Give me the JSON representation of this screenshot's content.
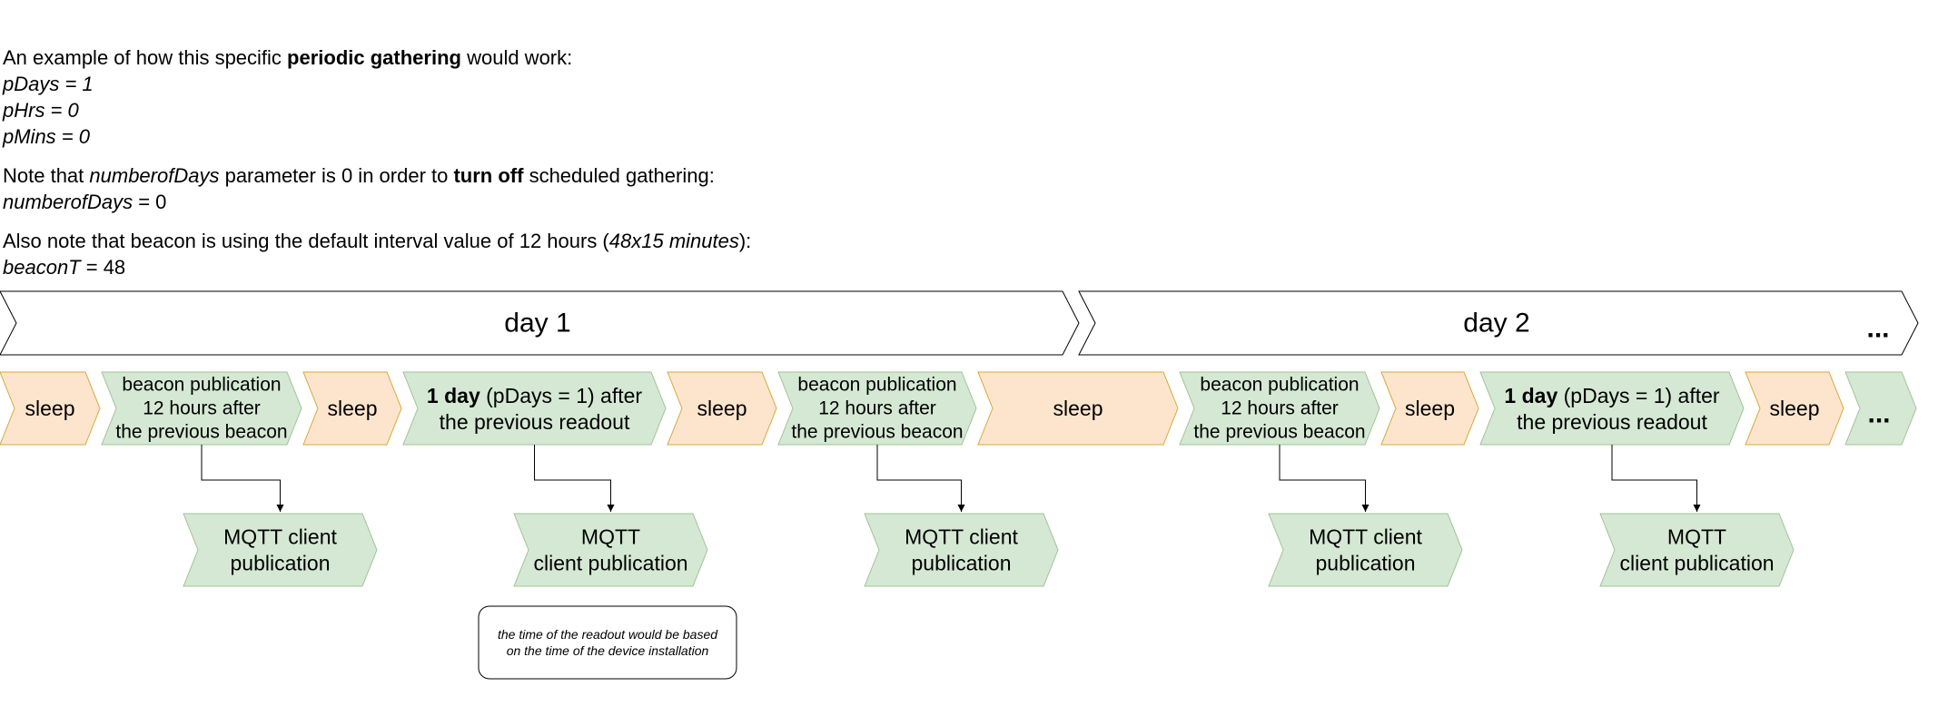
{
  "intro": {
    "line1_pre": "An example of how this specific ",
    "line1_bold": "periodic gathering",
    "line1_post": " would work:",
    "pdays": "pDays = 1",
    "phrs": "pHrs = 0",
    "pmins": "pMins = 0",
    "note_pre": "Note that ",
    "note_italic": "numberofDays",
    "note_mid": " parameter is 0 in order to ",
    "note_bold": "turn off",
    "note_post": " scheduled gathering:",
    "numdays_name": "numberofDays",
    "numdays_value": " = 0",
    "also_pre": "Also note that beacon is using the default interval value of 12 hours (",
    "also_italic": "48x15 minutes",
    "also_post": "):",
    "beacon_name": "beaconT",
    "beacon_value": " = 48"
  },
  "days": [
    {
      "label": "day 1"
    },
    {
      "label": "day 2",
      "extra": "..."
    }
  ],
  "timeline": [
    {
      "kind": "sleep",
      "lines": [
        "sleep"
      ]
    },
    {
      "kind": "beacon",
      "lines": [
        "beacon publication",
        "12 hours after",
        "the previous beacon"
      ]
    },
    {
      "kind": "sleep",
      "lines": [
        "sleep"
      ]
    },
    {
      "kind": "readout",
      "bold": "1 day",
      "rest": " (pDays = 1) after",
      "line2": "the previous readout"
    },
    {
      "kind": "sleep",
      "lines": [
        "sleep"
      ]
    },
    {
      "kind": "beacon",
      "lines": [
        "beacon publication",
        "12 hours after",
        "the previous beacon"
      ]
    },
    {
      "kind": "sleep",
      "lines": [
        "sleep"
      ]
    },
    {
      "kind": "beacon",
      "lines": [
        "beacon publication",
        "12 hours after",
        "the previous beacon"
      ]
    },
    {
      "kind": "sleep",
      "lines": [
        "sleep"
      ]
    },
    {
      "kind": "readout",
      "bold": "1 day",
      "rest": " (pDays = 1) after",
      "line2": "the previous readout"
    },
    {
      "kind": "sleep",
      "lines": [
        "sleep"
      ]
    },
    {
      "kind": "more",
      "lines": [
        "..."
      ]
    }
  ],
  "publications": [
    {
      "lines": [
        "MQTT client",
        "publication"
      ]
    },
    {
      "lines": [
        "MQTT",
        "client publication"
      ]
    },
    {
      "lines": [
        "MQTT client",
        "publication"
      ]
    },
    {
      "lines": [
        "MQTT client",
        "publication"
      ]
    },
    {
      "lines": [
        "MQTT",
        "client publication"
      ]
    }
  ],
  "note": {
    "lines": [
      "the time of the readout would be based",
      "on the time of the device installation"
    ]
  },
  "colors": {
    "sleep_fill": "#fde5cd",
    "sleep_stroke": "#d8a73a",
    "green_fill": "#d5e8d4",
    "green_stroke": "#9ec492",
    "line": "#000000"
  }
}
